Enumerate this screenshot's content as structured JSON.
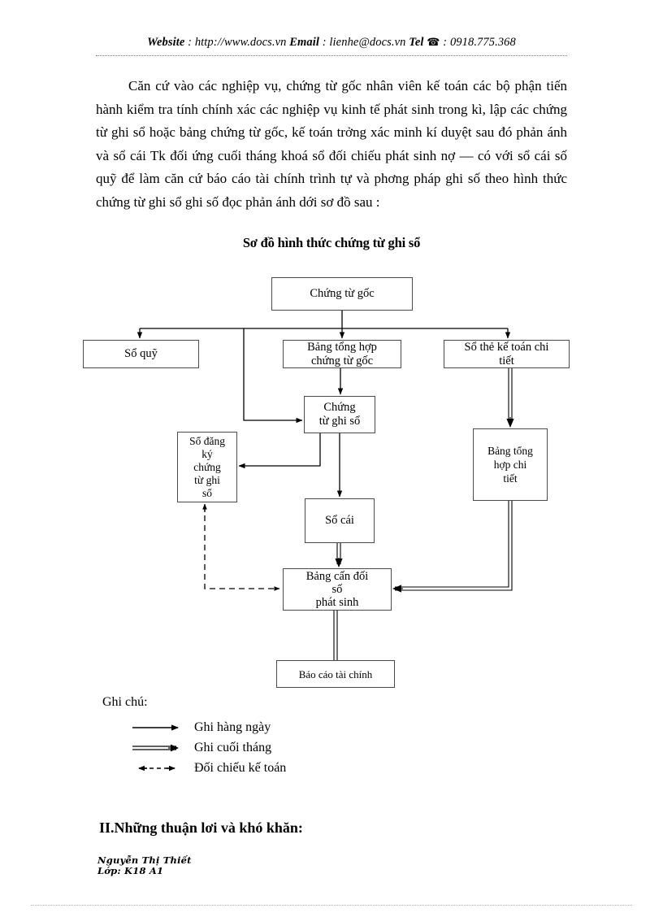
{
  "header": {
    "website_label": "Website",
    "website_sep": " : ",
    "website_url": "http://www.docs.vn",
    "email_label": "Email",
    "email_sep": "  : ",
    "email_value": "lienhe@docs.vn",
    "tel_label": "Tel",
    "tel_icon": "telephone-icon",
    "tel_sep": " : ",
    "tel_value": "0918.775.368"
  },
  "body": {
    "paragraph": "Căn cứ vào các nghiệp vụ, chứng từ gốc nhân viên kế toán các bộ phận tiến hành kiểm tra tính chính xác các nghiệp vụ kinh tế phát sinh trong kì, lập các chứng từ ghi sổ hoặc bảng chứng từ gốc, kế toán trởng xác minh kí duyệt sau đó phản ánh và sổ cái Tk đối ứng cuối tháng khoá sổ đối chiếu phát sinh nợ — có với sổ cái số quỹ để làm căn cứ báo cáo tài chính trình tự và phơng   pháp ghi số theo hình thức chứng từ ghi sổ ghi số đọc   phản ánh dới   sơ đồ sau :"
  },
  "diagram": {
    "title": "Sơ đồ hình thức chứng từ ghi sổ",
    "nodes": [
      {
        "id": "chung-tu-goc",
        "label": "Chứng từ gốc"
      },
      {
        "id": "so-quy",
        "label": "Sổ quỹ"
      },
      {
        "id": "bang-tong-hop-ctg",
        "label": "Bảng tổng hợp\nchứng từ gốc"
      },
      {
        "id": "so-the-ke-toan",
        "label": "Sổ thẻ kế toán chi\ntiết"
      },
      {
        "id": "chung-tu-ghi-so",
        "label": "Chứng\ntừ ghi sổ"
      },
      {
        "id": "so-dang-ky",
        "label": "Sổ đăng\nký\nchứng\ntừ ghi\nsổ"
      },
      {
        "id": "bang-tong-hop-chi-tiet",
        "label": "Bảng tổng\nhợp chi\ntiết"
      },
      {
        "id": "so-cai",
        "label": "Sổ cái"
      },
      {
        "id": "bang-can-doi",
        "label": "Bảng cấn đối\nsố\nphát sinh"
      },
      {
        "id": "bao-cao-tai-chinh",
        "label": "Báo cáo tài chính"
      }
    ]
  },
  "legend": {
    "title": "Ghi chú:",
    "items": [
      {
        "style": "single-arrow",
        "label": "Ghi hàng ngày"
      },
      {
        "style": "double-arrow",
        "label": "Ghi cuối tháng"
      },
      {
        "style": "dashed-biarrow",
        "label": "Đối chiếu kế toán"
      }
    ]
  },
  "section": {
    "heading": "II.Những thuận lơi và khó khăn:"
  },
  "footer": {
    "name": "Nguyễn Thị Thiết",
    "class": "Lớp: K18 A1"
  },
  "colors": {
    "text": "#000000",
    "box_border": "#4a4a4a",
    "rule": "#7a7a7a",
    "page_bg": "#ffffff"
  }
}
